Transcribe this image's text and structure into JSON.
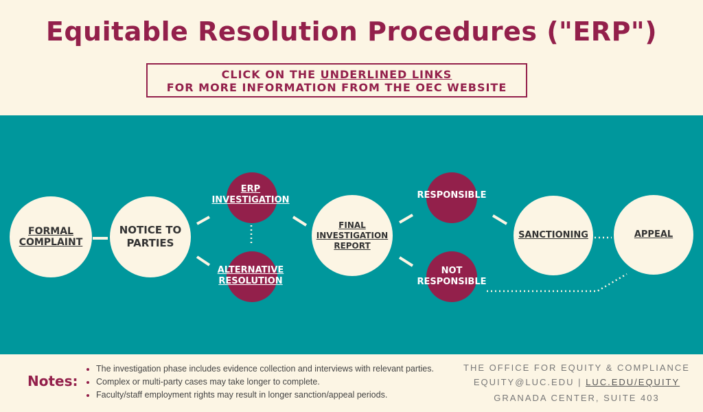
{
  "title": "Equitable Resolution Procedures (\"ERP\")",
  "instruction": {
    "line1_pre": "CLICK ON THE ",
    "line1_link": "UNDERLINED LINKS",
    "line2": "FOR MORE INFORMATION FROM THE OEC WEBSITE"
  },
  "flow": {
    "formal_complaint": [
      "FORMAL",
      "COMPLAINT"
    ],
    "notice": [
      "NOTICE TO",
      "PARTIES"
    ],
    "erp_investigation": [
      "ERP",
      "INVESTIGATION"
    ],
    "alternative_resolution": [
      "ALTERNATIVE",
      "RESOLUTION"
    ],
    "final_report": [
      "FINAL",
      "INVESTIGATION",
      "REPORT"
    ],
    "responsible": "RESPONSIBLE",
    "not_responsible": [
      "NOT",
      "RESPONSIBLE"
    ],
    "sanctioning": "SANCTIONING",
    "appeal": "APPEAL"
  },
  "notes": {
    "label": "Notes:",
    "items": [
      "The investigation phase includes evidence collection and interviews with relevant parties.",
      "Complex or multi-party cases may take longer to complete.",
      "Faculty/staff employment rights may result in longer sanction/appeal periods."
    ]
  },
  "office": {
    "name": "THE OFFICE FOR EQUITY & COMPLIANCE",
    "email": "EQUITY@LUC.EDU",
    "separator": " | ",
    "website": "LUC.EDU/EQUITY",
    "address": "GRANADA CENTER, SUITE 403"
  },
  "colors": {
    "maroon": "#93204b",
    "teal": "#00979c",
    "cream": "#fcf5e4"
  }
}
